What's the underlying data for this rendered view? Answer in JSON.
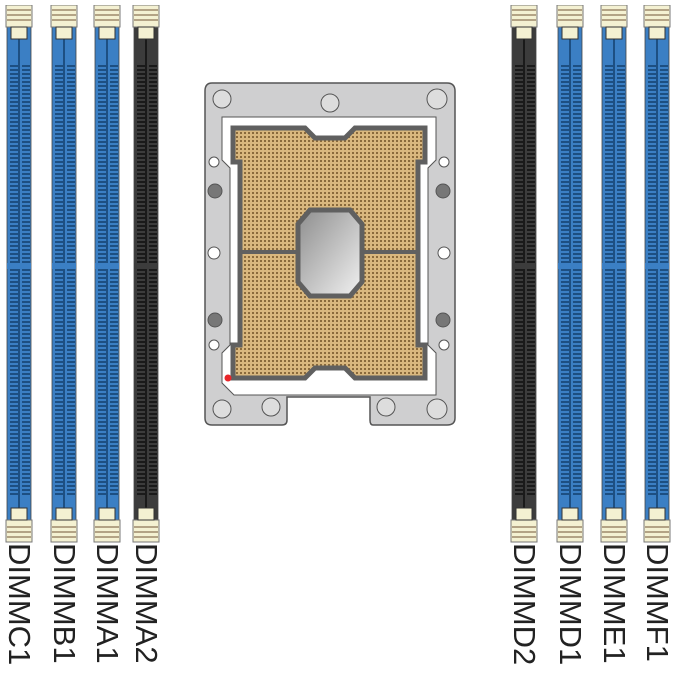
{
  "colors": {
    "blue_slot": "#3b7fc4",
    "black_slot": "#3c3c3c",
    "latch": "#f4f1d2",
    "socket_pins": "#d9b77e",
    "pin1_marker": "#e8262a"
  },
  "dimms": [
    {
      "label": "DIMMC1",
      "color": "blue"
    },
    {
      "label": "DIMMB1",
      "color": "blue"
    },
    {
      "label": "DIMMA1",
      "color": "blue"
    },
    {
      "label": "DIMMA2",
      "color": "black"
    },
    {
      "label": "DIMMD2",
      "color": "black"
    },
    {
      "label": "DIMMD1",
      "color": "blue"
    },
    {
      "label": "DIMME1",
      "color": "blue"
    },
    {
      "label": "DIMMF1",
      "color": "blue"
    }
  ]
}
